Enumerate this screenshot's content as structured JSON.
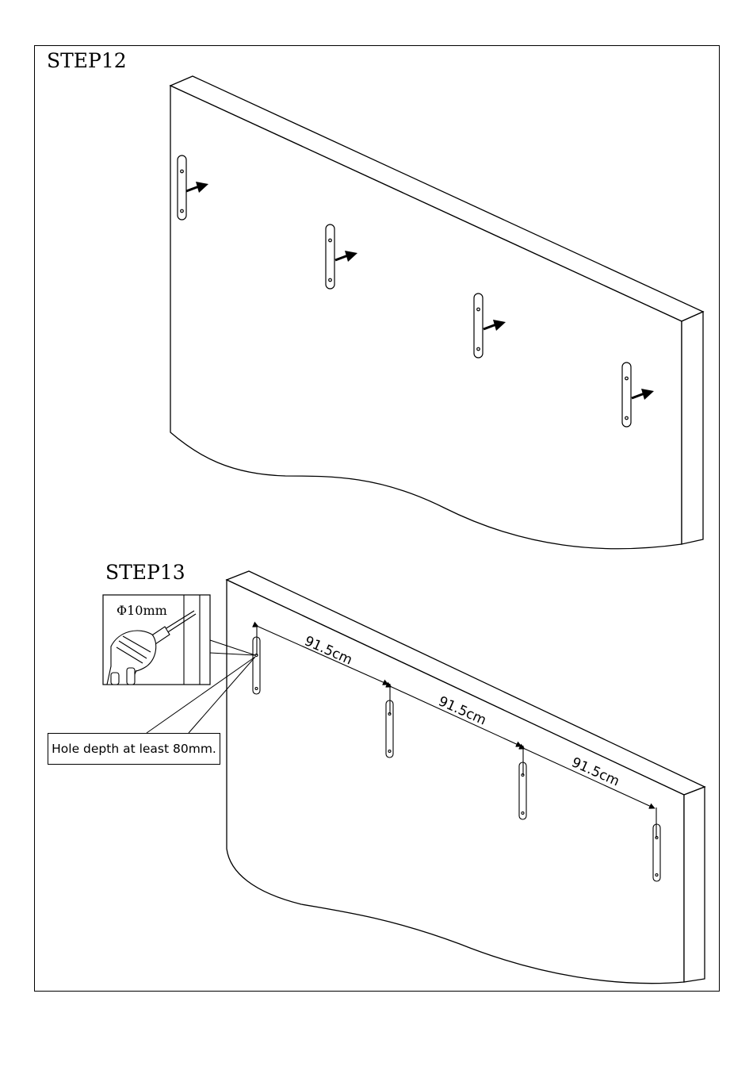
{
  "step12": {
    "title": "STEP12"
  },
  "step13": {
    "title": "STEP13",
    "drill_bit": "Φ10mm",
    "hole_depth_note": "Hole depth at least 80mm.",
    "spacing": [
      "91.5cm",
      "91.5cm",
      "91.5cm"
    ]
  },
  "colors": {
    "line": "#000000",
    "background": "#ffffff"
  },
  "icons": [
    "arrow-icon",
    "bracket-icon",
    "drill-icon"
  ]
}
